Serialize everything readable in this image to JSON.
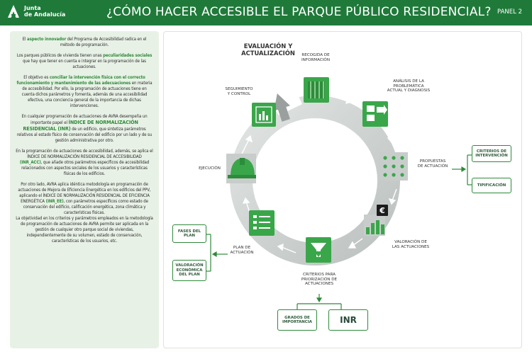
{
  "header": {
    "logo_line1": "Junta",
    "logo_line2": "de Andalucía",
    "title": "¿CÓMO HACER ACCESIBLE EL PARQUE PÚBLICO RESIDENCIAL?",
    "panel": "PANEL 2"
  },
  "left_text": {
    "p1a": "El ",
    "p1b": "aspecto innovador",
    "p1c": " del Programa de Accesibilidad radica en el método de programación.",
    "p2a": "Los parques públicos de vivienda tienen unas ",
    "p2b": "peculiaridades sociales",
    "p2c": " que hay que tener en cuenta e integrar en la programación de las actuaciones.",
    "p3a": "El objetivo es ",
    "p3b": "conciliar la intervención física con el correcto funcionamiento y mantenimiento de las adecuaciones",
    "p3c": " en materia de accesibilidad. Por ello, la programación de actuaciones tiene en cuenta dichos parámetros y fomenta, además de una accesibilidad efectiva, una conciencia general de la importancia de dichas intervenciones.",
    "p4a": "En cualquier programación de actuaciones de AVRA desempeña un importante papel el ",
    "p4b": "ÍNDICE DE NORMALIZACIÓN RESIDENCIAL (INR)",
    "p4c": " de un edificio, que sintetiza parámetros relativos al estado físico de conservación del edificio por un lado y de su gestión administrativa por otro.",
    "p5a": "En la programación de actuaciones de accesibilidad, además, se aplica el ÍNDICE DE NORMALIZACIÓN RESIDENCIAL DE ACCESIBILIDAD ",
    "p5b": "(INR_ACC)",
    "p5c": ", que añade otros parámetros específicos de accesibilidad relacionados con aspectos sociales de los usuarios y características físicas de los edificios.",
    "p6a": "Por otro lado, AVRA aplica idéntica metodología en programación de actuaciones de Mejora de Eficiencia Energética en los edificios del PPV, aplicando el ÍNDICE DE NORMALIZACIÓN RESIDENCIAL DE EFICIENCIA ENERGÉTICA ",
    "p6b": "(INR_EE)",
    "p6c": ", con parámetros específicos como estado de conservación del edificio, calificación energética, zona climática y características físicas.",
    "p7": "La objetividad en los criterios y parámetros empleados en la metodología de programación de actuaciones de AVRA permite ser aplicada en la gestión de cualquier otro parque social de viviendas, independientemente de su volumen, estado de conservación, características de los usuarios, etc."
  },
  "diagram": {
    "title_line1": "EVALUACIÓN Y",
    "title_line2": "ACTUALIZACIÓN",
    "steps": {
      "recogida": "RECOGIDA DE INFORMACIÓN",
      "analisis": "ANÁLISIS DE LA PROBLEMÁTICA ACTUAL Y DIAGNOSIS",
      "propuestas": "PROPUESTAS DE ACTUACIÓN",
      "valoracion": "VALORACIÓN DE LAS ACTUACIONES",
      "criterios": "CRITERIOS PARA PRIORIZACIÓN DE ACTUACIONES",
      "plan": "PLAN DE ACTUACIÓN",
      "ejecucion": "EJECUCIÓN",
      "seguimiento": "SEGUIMIENTO Y CONTROL"
    },
    "boxes": {
      "criterios_intervencion": "CRITERIOS DE INTERVENCIÓN",
      "tipificacion": "TIPIFICACIÓN",
      "fases_plan": "FASES DEL PLAN",
      "valoracion_economica": "VALORACIÓN ECONÓMICA DEL PLAN",
      "grados_importancia": "GRADOS DE IMPORTANCIA",
      "inr": "INR"
    },
    "euro_symbol": "€",
    "colors": {
      "green_dark": "#1f7a3a",
      "green": "#3aa64a",
      "ring_gray": "#c8cdcc",
      "panel_bg": "#e8f1e6"
    }
  }
}
